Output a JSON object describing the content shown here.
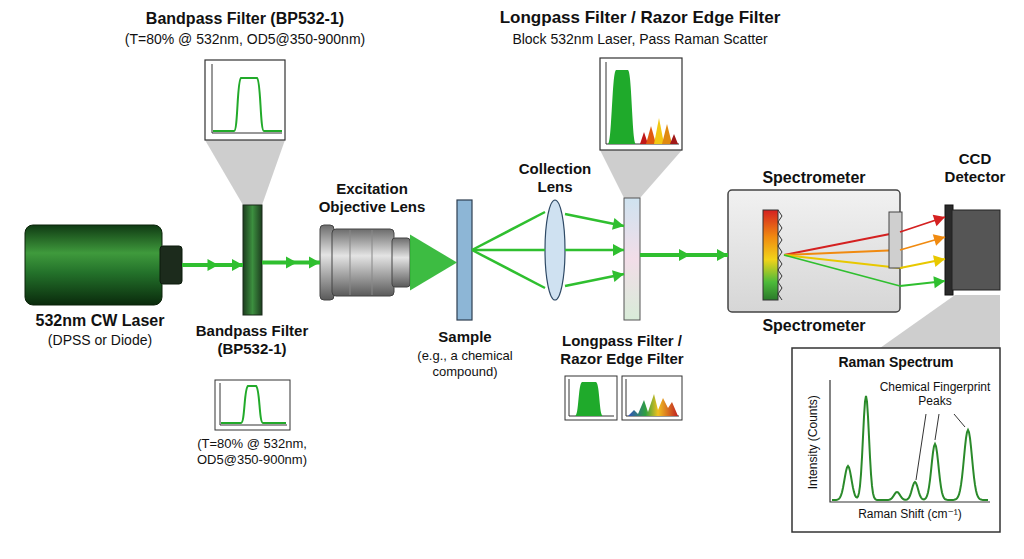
{
  "diagram": {
    "nodes": [
      {
        "text": [
          "532nm CW Laser",
          "(DPSS or Diode)"
        ]
      },
      {
        "text": [
          "Bandpass Filter (BP532-1)",
          "(T=80% @ 532nm, OD5@350-900nm)"
        ]
      },
      {
        "text": [
          "Excitation Objective Lens"
        ]
      },
      {
        "text": [
          "Sample",
          "(e.g., a chemical compound)"
        ]
      },
      {
        "text": [
          "Collection Lens"
        ]
      },
      {
        "text": [
          "Longpass Filter / Razor Edge Filter"
        ]
      },
      {
        "text": [
          "Spectrometer",
          "Spectrometer"
        ]
      },
      {
        "text": [
          "CCD Detector"
        ]
      },
      {
        "text": [
          "Raman Spectrum",
          "Chemical Fingerprint Peaks",
          "Intensity (Counts)",
          "Raman Shift (cm⁻¹)"
        ]
      }
    ],
    "edges": [
      {
        "from": 0,
        "to": 1,
        "arrow": "to"
      },
      {
        "from": 1,
        "to": 2,
        "arrow": "to"
      },
      {
        "from": 2,
        "to": 3,
        "arrow": "none"
      },
      {
        "from": 3,
        "to": 4,
        "arrow": "none"
      },
      {
        "from": 4,
        "to": 5,
        "arrow": "to"
      },
      {
        "from": 5,
        "to": 6,
        "arrow": "to"
      },
      {
        "from": 6,
        "to": 7,
        "arrow": "to"
      }
    ],
    "labels": [
      "Bandpass Filter (BP532-1)",
      "(T=80% @ 532nm, OD5@350-900nm)",
      "Longpass Filter / Razor Edge Filter",
      "Block 532nm Laser, Pass Raman Scatter"
    ]
  }
}
